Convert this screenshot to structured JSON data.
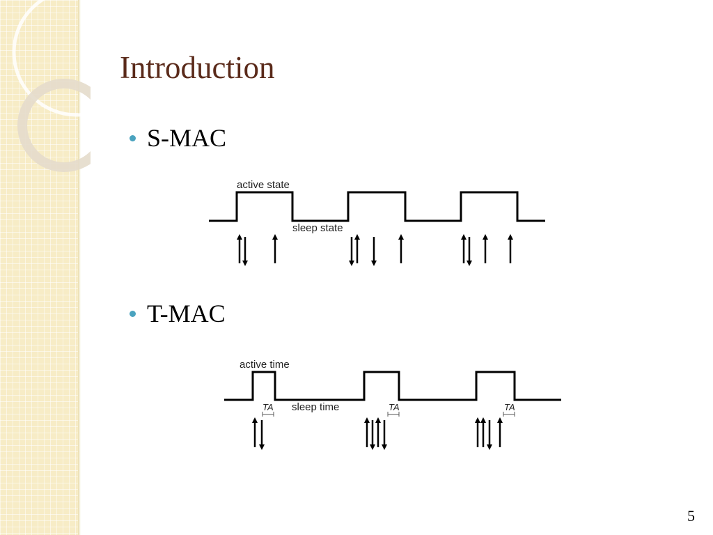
{
  "slide": {
    "title": "Introduction",
    "page_number": "5"
  },
  "bullets": [
    {
      "label": "S-MAC"
    },
    {
      "label": "T-MAC"
    }
  ],
  "smac_diagram": {
    "active_label": "active state",
    "sleep_label": "sleep state",
    "cycles": 3
  },
  "tmac_diagram": {
    "active_label": "active time",
    "sleep_label": "sleep time",
    "ta_label": "TA",
    "cycles": 3
  },
  "colors": {
    "title": "#5a2a1a",
    "bullet": "#4aa3bf",
    "sidebar": "#f7ecc6"
  }
}
